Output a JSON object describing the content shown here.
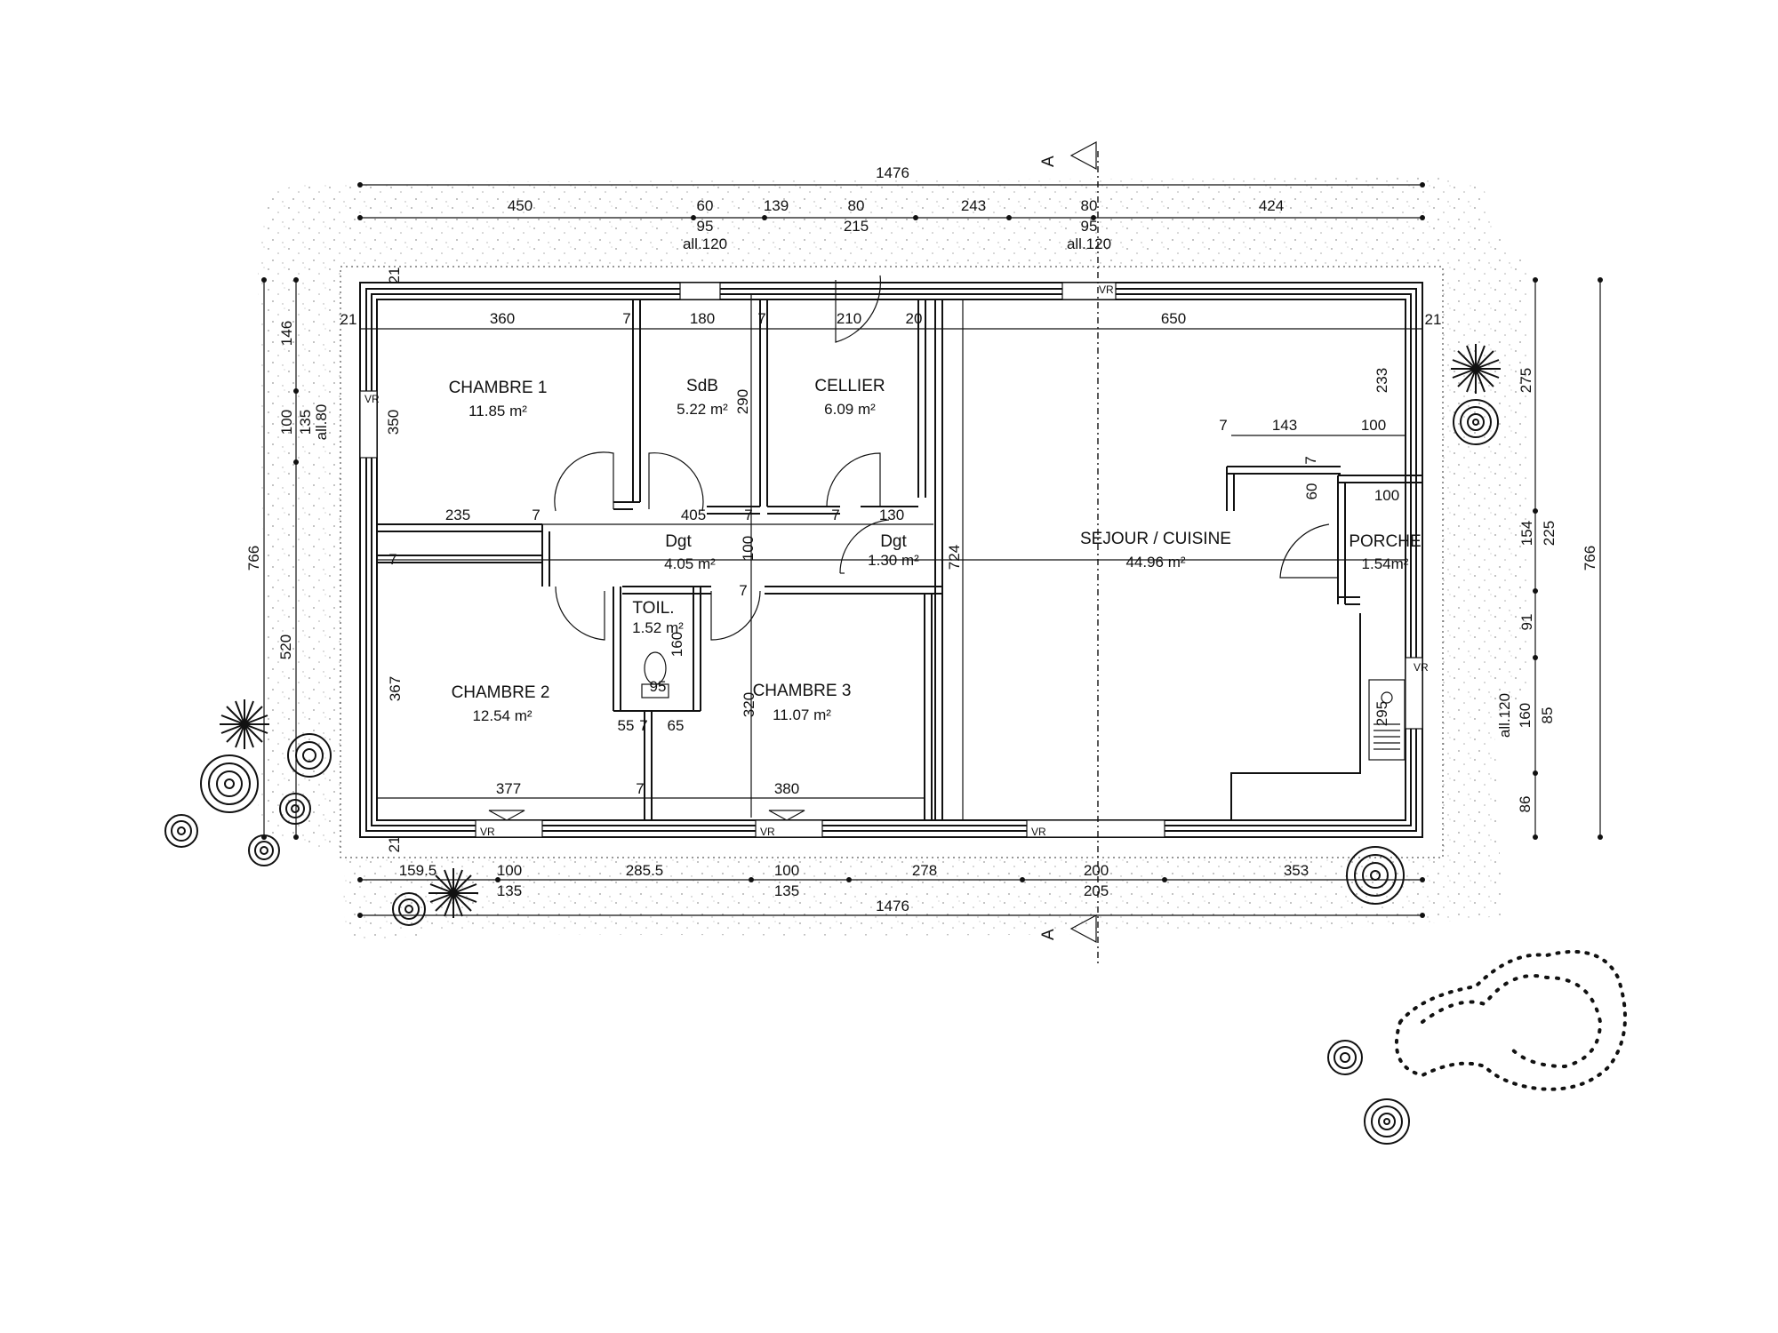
{
  "section_marker": "A",
  "rooms": {
    "chambre1": {
      "name": "CHAMBRE 1",
      "area": "11.85 m²"
    },
    "sdb": {
      "name": "SdB",
      "area": "5.22 m²"
    },
    "cellier": {
      "name": "CELLIER",
      "area": "6.09 m²"
    },
    "dgt1": {
      "name": "Dgt",
      "area": "4.05 m²"
    },
    "dgt2": {
      "name": "Dgt",
      "area": "1.30 m²"
    },
    "sejour": {
      "name": "SEJOUR / CUISINE",
      "area": "44.96 m²"
    },
    "porche": {
      "name": "PORCHE",
      "area": "1.54m²"
    },
    "toil": {
      "name": "TOIL.",
      "area": "1.52 m²"
    },
    "chambre2": {
      "name": "CHAMBRE 2",
      "area": "12.54 m²"
    },
    "chambre3": {
      "name": "CHAMBRE 3",
      "area": "11.07 m²"
    }
  },
  "top_dims": {
    "overall": "1476",
    "d450": "450",
    "d60": "60",
    "d139": "139",
    "d80a": "80",
    "d243": "243",
    "d80b": "80",
    "d424": "424",
    "d95a": "95",
    "all120a": "all.120",
    "d215": "215",
    "d95b": "95",
    "all120b": "all.120"
  },
  "interior_dims": {
    "d21tl": "21",
    "d21left": "21",
    "d21right": "21",
    "d21bl": "21",
    "d360": "360",
    "d7a": "7",
    "d180": "180",
    "d7b": "7",
    "d210": "210",
    "d20": "20",
    "d650": "650",
    "d350": "350",
    "d290": "290",
    "d233": "233",
    "d7c": "7",
    "d143": "143",
    "d100a": "100",
    "d7d": "7",
    "d60": "60",
    "d100porche": "100",
    "d235": "235",
    "d7e": "7",
    "d405": "405",
    "d7f": "7",
    "d7g": "7",
    "d130": "130",
    "d7h": "7",
    "d100dgt": "100",
    "d7i": "7",
    "d724": "724",
    "d160": "160",
    "d95wc": "95",
    "d55": "55",
    "d7j": "7",
    "d65": "65",
    "d367": "367",
    "d320": "320",
    "d295": "295",
    "d377": "377",
    "d7k": "7",
    "d380": "380"
  },
  "left_dims": {
    "d766": "766",
    "d146": "146",
    "d100": "100",
    "d135": "135",
    "all80": "all.80",
    "d520": "520"
  },
  "right_dims": {
    "d275": "275",
    "d154": "154",
    "d225": "225",
    "d91": "91",
    "all120": "all.120",
    "d160": "160",
    "d85": "85",
    "d86": "86",
    "d766": "766"
  },
  "bottom_dims": {
    "d159_5": "159.5",
    "d100a": "100",
    "d285_5": "285.5",
    "d100b": "100",
    "d278": "278",
    "d200": "200",
    "d353": "353",
    "d135a": "135",
    "d135b": "135",
    "d205": "205",
    "overall": "1476"
  },
  "window_tag": "VR"
}
